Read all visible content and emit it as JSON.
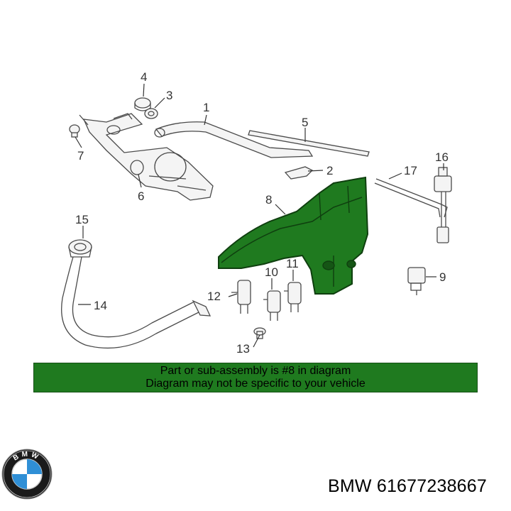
{
  "callouts": [
    "1",
    "2",
    "3",
    "4",
    "5",
    "6",
    "7",
    "8",
    "9",
    "10",
    "11",
    "12",
    "13",
    "14",
    "15",
    "16",
    "17"
  ],
  "banner": {
    "line1": "Part or sub-assembly is #8 in diagram",
    "line2": "Diagram may not be specific to your vehicle"
  },
  "caption": {
    "brand": "BMW",
    "part_number": "61677238667"
  },
  "logo": {
    "letters": "BMW"
  },
  "colors": {
    "highlight": "#1f7a1f",
    "banner": "#1f7a1f",
    "line": "#4a4a4a"
  }
}
